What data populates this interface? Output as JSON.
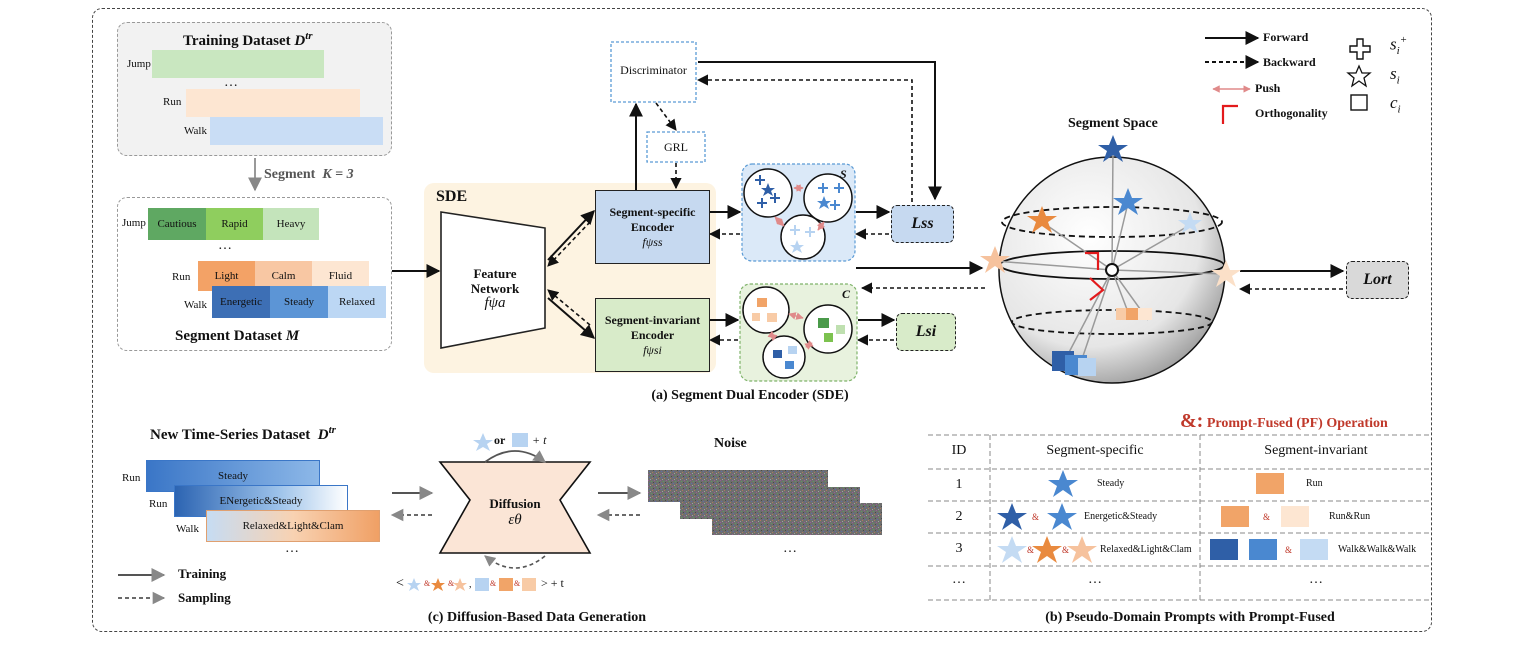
{
  "training_dataset": {
    "title": "Training Dataset",
    "symbol": "D",
    "symbol_sup": "tr",
    "rows": [
      {
        "label": "Jump",
        "color": "#c9e7c0"
      },
      {
        "label": "Run",
        "color": "#fde6d2"
      },
      {
        "label": "Walk",
        "color": "#c9ddf5"
      }
    ],
    "ellipsis": "…"
  },
  "segment_step": {
    "label": "Segment",
    "k": "K = 3"
  },
  "segment_dataset": {
    "title": "Segment Dataset",
    "symbol": "M",
    "ellipsis": "…",
    "rows": [
      {
        "label": "Jump",
        "segments": [
          {
            "text": "Cautious",
            "color": "#5fa862"
          },
          {
            "text": "Rapid",
            "color": "#8fce5e"
          },
          {
            "text": "Heavy",
            "color": "#c4e4bb"
          }
        ]
      },
      {
        "label": "Run",
        "segments": [
          {
            "text": "Light",
            "color": "#f3a266"
          },
          {
            "text": "Calm",
            "color": "#f8c7a3"
          },
          {
            "text": "Fluid",
            "color": "#fde6d2"
          }
        ]
      },
      {
        "label": "Walk",
        "segments": [
          {
            "text": "Energetic",
            "color": "#3d6fb5"
          },
          {
            "text": "Steady",
            "color": "#5c95d6"
          },
          {
            "text": "Relaxed",
            "color": "#bcd7f4"
          }
        ]
      }
    ]
  },
  "sde": {
    "label": "SDE",
    "feature_network": {
      "line1": "Feature",
      "line2": "Network",
      "symbol": "fψa"
    },
    "discriminator": "Discriminator",
    "grl": "GRL",
    "specific_encoder": {
      "line1": "Segment-specific",
      "line2": "Encoder",
      "symbol": "fψss"
    },
    "invariant_encoder": {
      "line1": "Segment-invariant",
      "line2": "Encoder",
      "symbol": "fψsi"
    },
    "cluster_s": "S",
    "cluster_c": "C",
    "loss_ss": "Lss",
    "loss_si": "Lsi",
    "loss_ort": "Lort",
    "caption": "(a) Segment Dual Encoder (SDE)"
  },
  "segment_space": {
    "title": "Segment Space"
  },
  "legend": {
    "items": [
      {
        "text": "Forward"
      },
      {
        "text": "Backward"
      },
      {
        "text": "Push"
      },
      {
        "text": "Orthogonality"
      }
    ],
    "symbols": [
      {
        "text": "s",
        "sub": "i",
        "sup": "+",
        "icon": "plus-icon"
      },
      {
        "text": "s",
        "sub": "i",
        "sup": "",
        "icon": "star-icon"
      },
      {
        "text": "c",
        "sub": "i",
        "sup": "",
        "icon": "square-icon"
      }
    ]
  },
  "new_dataset": {
    "title": "New Time-Series Dataset",
    "symbol": "D",
    "symbol_sup": "tr",
    "rows": [
      {
        "label": "Run",
        "text": "Steady"
      },
      {
        "label": "Run",
        "text": "ENergetic&Steady"
      },
      {
        "label": "Walk",
        "text": "Relaxed&Light&Clam"
      }
    ],
    "ellipsis": "…"
  },
  "diffusion": {
    "label": "Diffusion",
    "symbol": "εθ",
    "top_or": "or",
    "top_plus": "+ t",
    "bottom_left": "<",
    "bottom_right": "> + t",
    "noise_title": "Noise",
    "noise_ellipsis": "…",
    "caption": "(c) Diffusion-Based Data Generation"
  },
  "mini_legend": {
    "training": "Training",
    "sampling": "Sampling"
  },
  "pf_header": {
    "symbol": "&:",
    "text": "Prompt-Fused (PF) Operation",
    "color": "#c0392b"
  },
  "table": {
    "headers": {
      "id": "ID",
      "specific": "Segment-specific",
      "invariant": "Segment-invariant"
    },
    "rows": [
      {
        "id": "1",
        "specific_text": "Steady",
        "invariant_text": "Run"
      },
      {
        "id": "2",
        "specific_text": "Energetic&Steady",
        "invariant_text": "Run&Run"
      },
      {
        "id": "3",
        "specific_text": "Relaxed&Light&Clam",
        "invariant_text": "Walk&Walk&Walk"
      },
      {
        "id": "…",
        "specific_text": "…",
        "invariant_text": "…"
      }
    ],
    "caption": "(b) Pseudo-Domain Prompts with Prompt-Fused"
  },
  "colors": {
    "blue_dark": "#2f5fa7",
    "blue_mid": "#4a88d0",
    "blue_light": "#b7d3f1",
    "orange_dark": "#e98a3f",
    "orange_mid": "#f1a468",
    "orange_light": "#f8cba6",
    "green_dark": "#4a9a4a",
    "green_mid": "#7cc24f",
    "green_light": "#bfe0b0",
    "red": "#c0392b",
    "push": "#e08a8a"
  }
}
